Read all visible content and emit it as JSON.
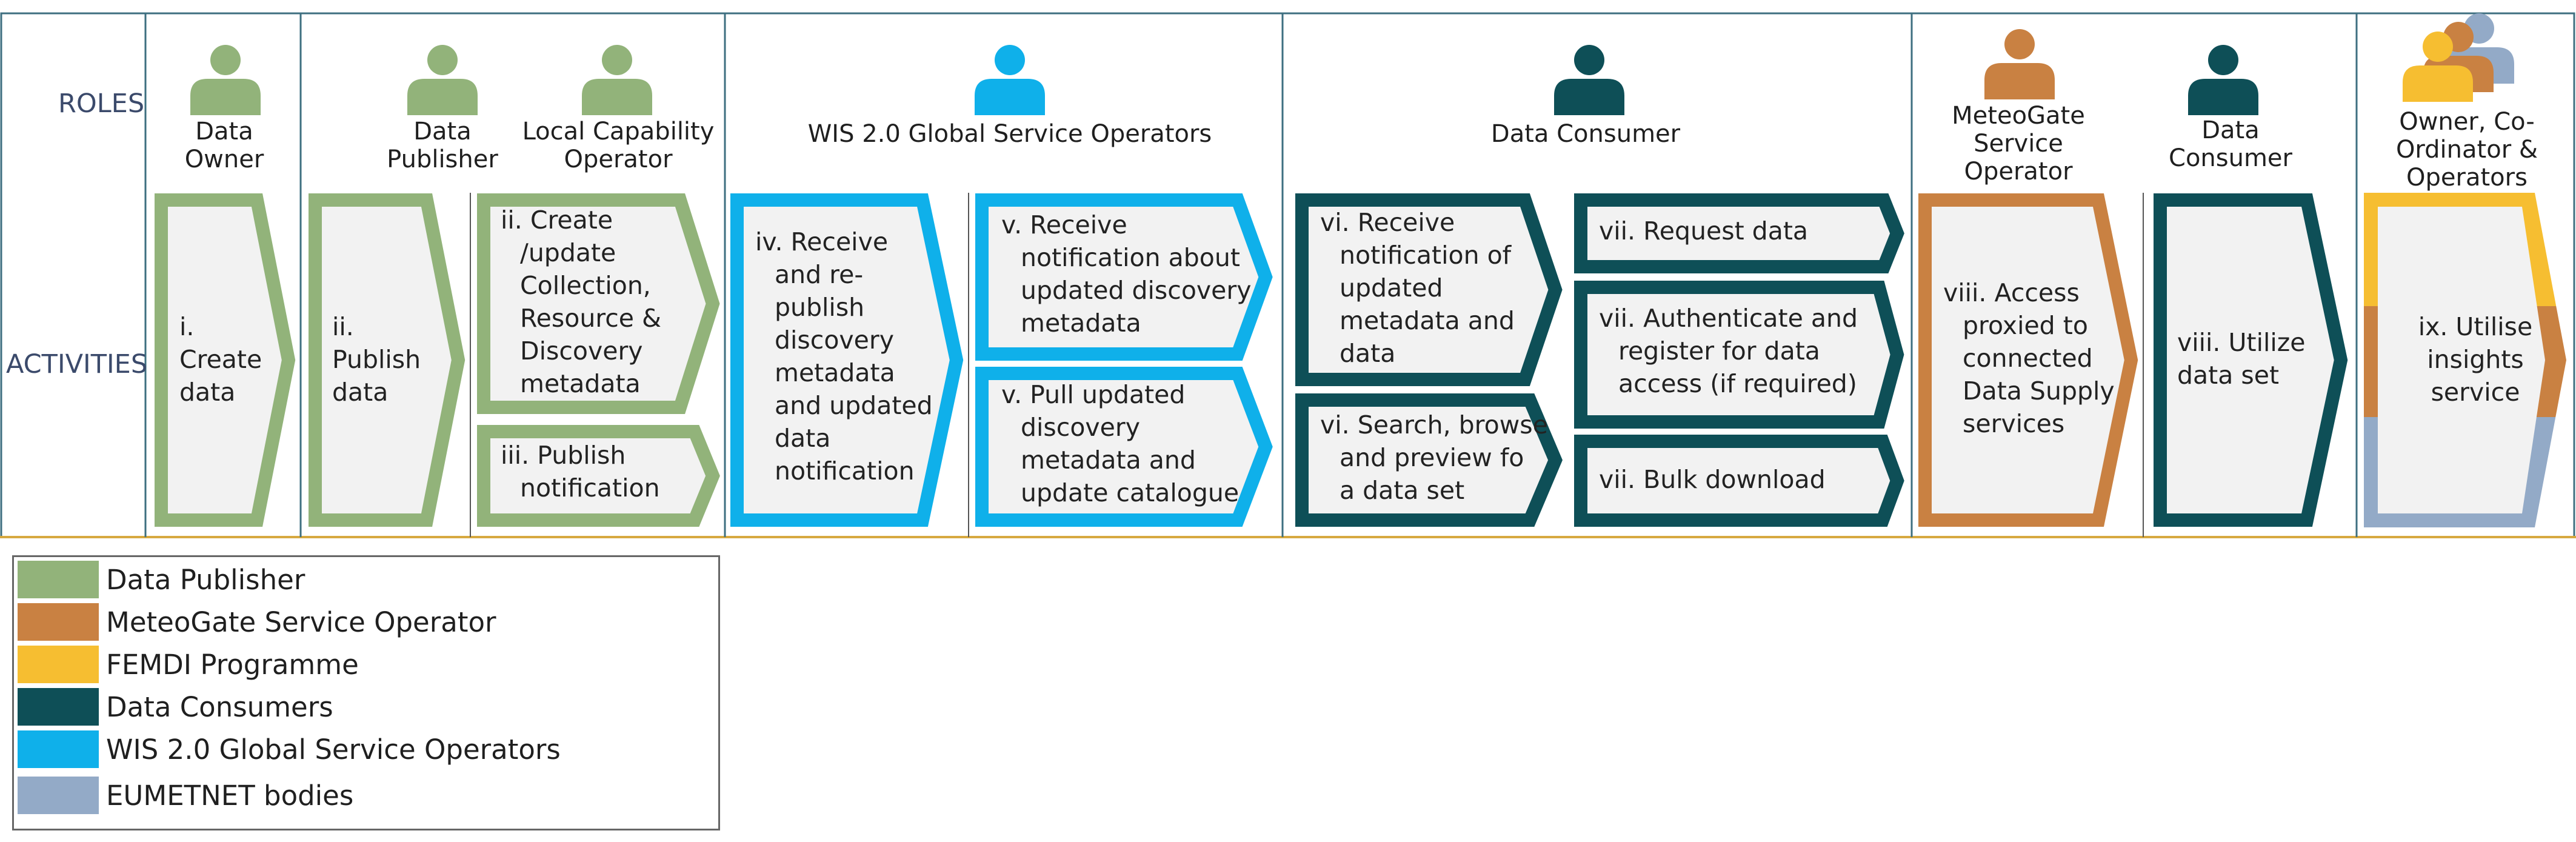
{
  "lanes": {
    "roles": "ROLES",
    "activities": "ACTIVITIES"
  },
  "colors": {
    "data_publisher": "#92b37a",
    "meteogate": "#c98142",
    "femdi": "#f6be31",
    "data_consumers": "#0e4f57",
    "wis": "#0fb0ea",
    "eumetnet": "#93aac7",
    "chevron_fill": "#f2f2f2",
    "frame": "#3e6f80",
    "baseline": "#d7a940"
  },
  "roles": [
    {
      "name": "Data Owner",
      "line1": "Data",
      "line2": "Owner",
      "icon": "person-icon"
    },
    {
      "name": "Data Publisher",
      "line1": "Data",
      "line2": "Publisher",
      "icon": "person-icon"
    },
    {
      "name": "Local Capability Operator",
      "line1": "Local Capability",
      "line2": "Operator",
      "icon": "person-icon"
    },
    {
      "name": "WIS 2.0 Global Service Operators",
      "line1": "WIS 2.0 Global Service Operators",
      "icon": "person-icon"
    },
    {
      "name": "Data Consumer",
      "line1": "Data Consumer",
      "icon": "person-icon"
    },
    {
      "name": "MeteoGate Service Operator",
      "line1": "MeteoGate",
      "line2": "Service",
      "line3": "Operator",
      "icon": "person-icon"
    },
    {
      "name": "Data Consumer",
      "line1": "Data",
      "line2": "Consumer",
      "icon": "person-icon"
    },
    {
      "name": "Owner, Co-Ordinator & Operators",
      "line1": "Owner, Co-",
      "line2": "Ordinator &",
      "line3": "Operators",
      "icon": "people-group-icon"
    }
  ],
  "activities": [
    {
      "lines": [
        "i.",
        "Create",
        "data"
      ]
    },
    {
      "lines": [
        "ii.",
        "Publish",
        "data"
      ]
    },
    {
      "lines": [
        "ii. Create",
        "/update",
        "Collection,",
        "Resource &",
        "Discovery",
        "metadata"
      ]
    },
    {
      "lines": [
        "iii. Publish",
        "notification"
      ]
    },
    {
      "lines": [
        "iv. Receive",
        "and re-",
        "publish",
        "discovery",
        "metadata",
        "and updated",
        "data",
        "notification"
      ]
    },
    {
      "lines": [
        "v. Receive",
        "notification about",
        "updated discovery",
        "metadata"
      ]
    },
    {
      "lines": [
        "v. Pull updated",
        "discovery",
        "metadata and",
        "update catalogue"
      ]
    },
    {
      "lines": [
        "vi. Receive",
        "notification of",
        "updated",
        "metadata and",
        "data"
      ]
    },
    {
      "lines": [
        "vi. Search, browse",
        "and preview fo",
        "a data set"
      ]
    },
    {
      "lines": [
        "vii. Request data"
      ]
    },
    {
      "lines": [
        "vii. Authenticate and",
        "register for data",
        "access (if required)"
      ]
    },
    {
      "lines": [
        "vii. Bulk download"
      ]
    },
    {
      "lines": [
        "viii. Access",
        "proxied to",
        "connected",
        "Data Supply",
        "services"
      ]
    },
    {
      "lines": [
        "viii. Utilize",
        "data set"
      ]
    },
    {
      "lines": [
        "ix. Utilise",
        "insights",
        "service"
      ]
    }
  ],
  "legend": [
    {
      "label": "Data Publisher",
      "color": "#92b37a"
    },
    {
      "label": "MeteoGate Service Operator",
      "color": "#c98142"
    },
    {
      "label": "FEMDI Programme",
      "color": "#f6be31"
    },
    {
      "label": "Data Consumers",
      "color": "#0e4f57"
    },
    {
      "label": "WIS 2.0 Global Service Operators",
      "color": "#0fb0ea"
    },
    {
      "label": "EUMETNET bodies",
      "color": "#93aac7"
    }
  ]
}
